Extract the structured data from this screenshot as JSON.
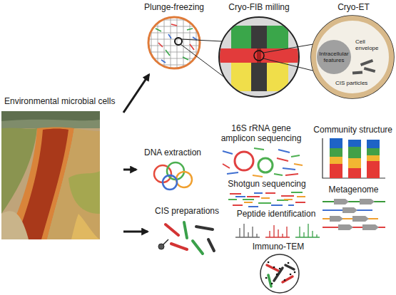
{
  "diagram": {
    "nodes": [
      {
        "text": [
          "Environmental microbial cells"
        ]
      },
      {
        "text": [
          "Plunge-freezing"
        ]
      },
      {
        "text": [
          "Cryo-FIB milling"
        ]
      },
      {
        "text": [
          "Cryo-ET",
          "Cell envelope",
          "CIS particles"
        ]
      },
      {
        "text": [
          "Intracellular features"
        ],
        "in": 3
      },
      {
        "text": [
          "DNA extraction"
        ]
      },
      {
        "text": [
          "16S rRNA gene amplicon sequencing"
        ]
      },
      {
        "text": [
          "Community structure"
        ]
      },
      {
        "text": [
          "Shotgun sequencing"
        ]
      },
      {
        "text": [
          "Metagenome"
        ]
      },
      {
        "text": [
          "CIS preparations"
        ]
      },
      {
        "text": [
          "Peptide identification"
        ]
      },
      {
        "text": [
          "Immuno-TEM"
        ]
      }
    ],
    "edges": [
      {
        "from": 0,
        "to": 1,
        "arrow": "to"
      },
      {
        "from": 0,
        "to": 5,
        "arrow": "to"
      },
      {
        "from": 0,
        "to": 10,
        "arrow": "to"
      }
    ]
  }
}
